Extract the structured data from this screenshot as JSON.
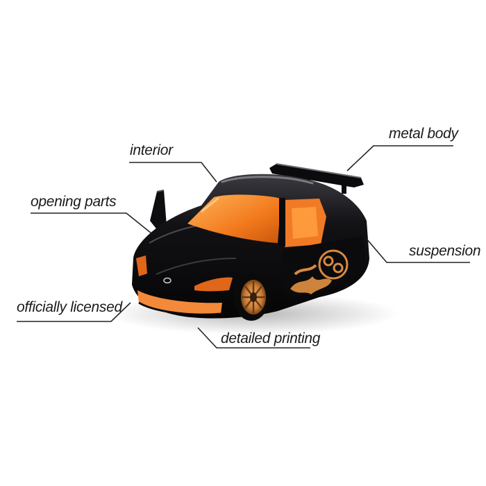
{
  "labels": {
    "interior": "interior",
    "metal_body": "metal body",
    "opening_parts": "opening parts",
    "suspension": "suspension",
    "officially_licensed": "officially licensed",
    "detailed_printing": "detailed printing"
  },
  "colors": {
    "body": "#0c0c0e",
    "accent": "#f07a25",
    "interior": "#ff9a3c",
    "rim": "#c9823e",
    "callout_line": "#222222"
  }
}
